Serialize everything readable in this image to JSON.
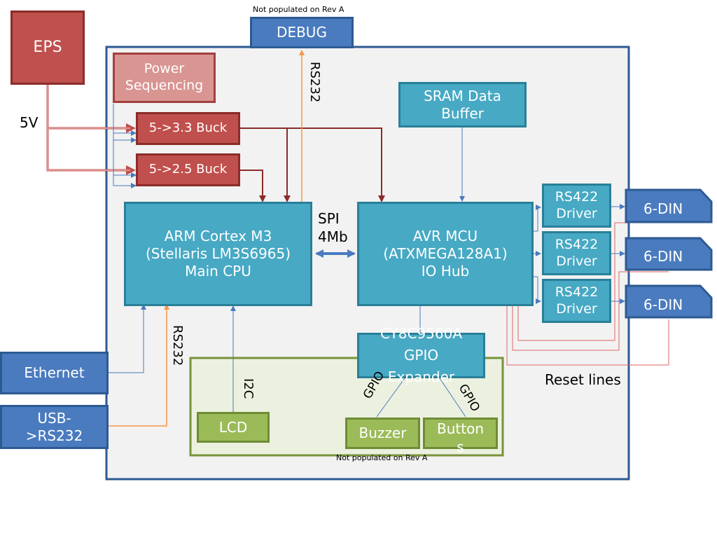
{
  "top_note": "Not populated on Rev A",
  "bottom_note": "Not populated on Rev A",
  "eps": "EPS",
  "debug": "DEBUG",
  "power_sequencing": "Power\nSequencing",
  "voltage_5v": "5V",
  "buck_33": "5->3.3 Buck",
  "buck_25": "5->2.5 Buck",
  "rs232_top": "RS232",
  "rs232_left": "RS232",
  "sram": "SRAM Data\nBuffer",
  "arm_cpu": "ARM Cortex M3\n(Stellaris LM3S6965)\nMain CPU",
  "spi_label": "SPI\n4Mb",
  "avr_mcu": "AVR MCU\n(ATXMEGA128A1)\nIO Hub",
  "rs422_drivers": [
    "RS422\nDriver",
    "RS422\nDriver",
    "RS422\nDriver"
  ],
  "din_connectors": [
    "6-DIN",
    "6-DIN",
    "6-DIN"
  ],
  "reset_lines": "Reset lines",
  "ethernet": "Ethernet",
  "usb_rs232": "USB-\n>RS232",
  "i2c": "I2C",
  "gpio_expander": "CY8C9560A\nGPIO\nExpander",
  "gpio_left": "GPIO",
  "gpio_right": "GPIO",
  "lcd": "LCD",
  "buzzer": "Buzzer",
  "buttons": "Button\ns",
  "colors": {
    "blue": "#4a7bbf",
    "teal": "#47a9c4",
    "red": "#c0504d",
    "pink": "#d99592",
    "green": "#9bbb59",
    "power_line": "#c0504d",
    "dark_power_line": "#8b2c29",
    "signal_line": "#4a7bbf",
    "rs232_line": "#f79646",
    "reset_line": "#e06666"
  }
}
